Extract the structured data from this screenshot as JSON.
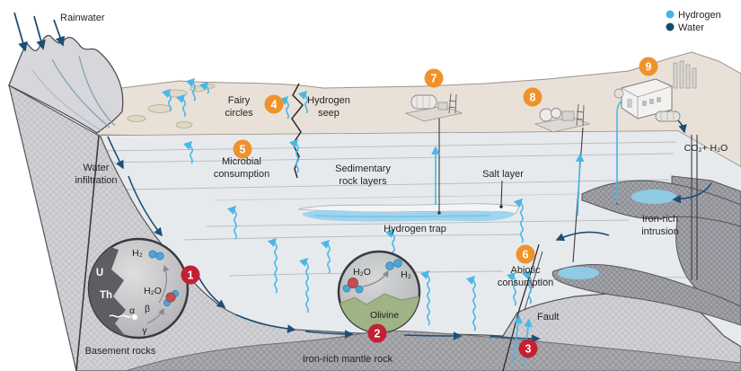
{
  "legend": {
    "hydrogen_label": "Hydrogen",
    "water_label": "Water"
  },
  "colors": {
    "hydrogen": "#3fb5e6",
    "water": "#17496b",
    "marker_red": "#c32032",
    "marker_orange": "#f0922b",
    "trap_blue": "#9ed4ee",
    "olivine_green": "#9fb387"
  },
  "labels": {
    "rainwater": "Rainwater",
    "water_infiltration": [
      "Water",
      "infiltration"
    ],
    "fairy_circles": [
      "Fairy",
      "circles"
    ],
    "hydrogen_seep": [
      "Hydrogen",
      "seep"
    ],
    "microbial_consumption": [
      "Microbial",
      "consumption"
    ],
    "sedimentary_rock_layers": [
      "Sedimentary",
      "rock layers"
    ],
    "salt_layer": "Salt layer",
    "hydrogen_trap": "Hydrogen trap",
    "iron_rich_intrusion": [
      "Iron-rich",
      "intrusion"
    ],
    "abiotic_consumption": [
      "Abiotic",
      "consumption"
    ],
    "fault": "Fault",
    "basement_rocks": "Basement rocks",
    "iron_rich_mantle_rock": "Iron-rich mantle rock",
    "co2_h2o": "CO₂+ H₂O"
  },
  "radiolysis_inset": {
    "uranium": "U",
    "thorium": "Th",
    "h2": "H₂",
    "h2o": "H₂O",
    "alpha": "α",
    "beta": "β",
    "gamma": "γ"
  },
  "olivine_inset": {
    "h2o": "H₂O",
    "h2": "H₂",
    "olivine": "Olivine"
  },
  "markers": {
    "m1": {
      "label": "1",
      "color": "#c32032"
    },
    "m2": {
      "label": "2",
      "color": "#c32032"
    },
    "m3": {
      "label": "3",
      "color": "#c32032"
    },
    "m4": {
      "label": "4",
      "color": "#f0922b"
    },
    "m5": {
      "label": "5",
      "color": "#f0922b"
    },
    "m6": {
      "label": "6",
      "color": "#f0922b"
    },
    "m7": {
      "label": "7",
      "color": "#f0922b"
    },
    "m8": {
      "label": "8",
      "color": "#f0922b"
    },
    "m9": {
      "label": "9",
      "color": "#f0922b"
    }
  }
}
